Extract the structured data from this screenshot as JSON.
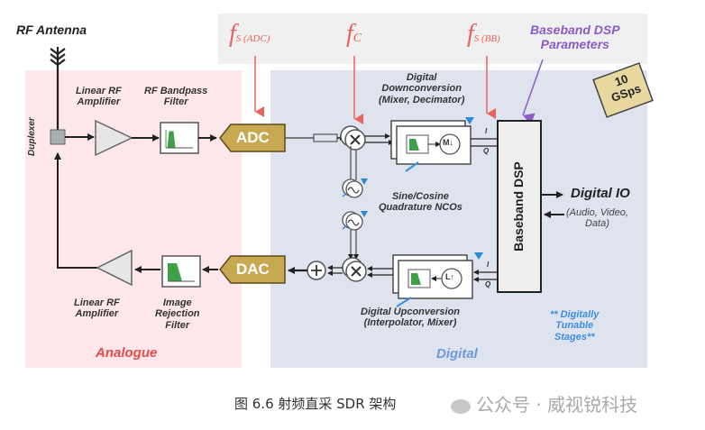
{
  "antenna": {
    "label": "RF Antenna"
  },
  "top_band": {
    "fs_adc": {
      "main": "f",
      "sub": "S (ADC)"
    },
    "fc": {
      "main": "f",
      "sub": "C"
    },
    "fs_bb": {
      "main": "f",
      "sub": "S (BB)"
    },
    "dsp_params": [
      "Baseband DSP",
      "Parameters"
    ]
  },
  "badge": {
    "line1": "10",
    "line2": "GSps"
  },
  "analogue": {
    "title": "Analogue",
    "duplexer": "Duplexer",
    "rx_amp": [
      "Linear RF",
      "Amplifier"
    ],
    "rx_filter": [
      "RF Bandpass",
      "Filter"
    ],
    "tx_amp": [
      "Linear RF",
      "Amplifier"
    ],
    "tx_filter": [
      "Image",
      "Rejection",
      "Filter"
    ]
  },
  "converters": {
    "adc": "ADC",
    "dac": "DAC"
  },
  "digital": {
    "title": "Digital",
    "ddc": [
      "Digital",
      "Downconversion",
      "(Mixer, Decimator)"
    ],
    "duc": [
      "Digital Upconversion",
      "(Interpolator, Mixer)"
    ],
    "nco": [
      "Sine/Cosine",
      "Quadrature NCOs"
    ],
    "dsp_block": "Baseband DSP",
    "decim_symbol": "M↓",
    "interp_symbol": "L↑",
    "i_label": "I",
    "q_label": "Q",
    "io_title": "Digital IO",
    "io_sub": [
      "(Audio, Video,",
      "Data)"
    ],
    "tunable": [
      "** Digitally",
      "Tunable",
      "Stages**"
    ]
  },
  "caption": "图  6.6 射频直采 SDR 架构",
  "watermark": "公众号 · 威视锐科技",
  "colors": {
    "analogue_bg": "#fde7ea",
    "digital_bg": "#dfe3ee",
    "top_band_bg": "#f0f0f0",
    "converter": "#c8a850",
    "freq_red": "#e8635a",
    "purple": "#8a5cc8",
    "blue_text": "#3a8ee0",
    "analogue_red": "#e84a4a",
    "badge": "#e8d8a0"
  }
}
